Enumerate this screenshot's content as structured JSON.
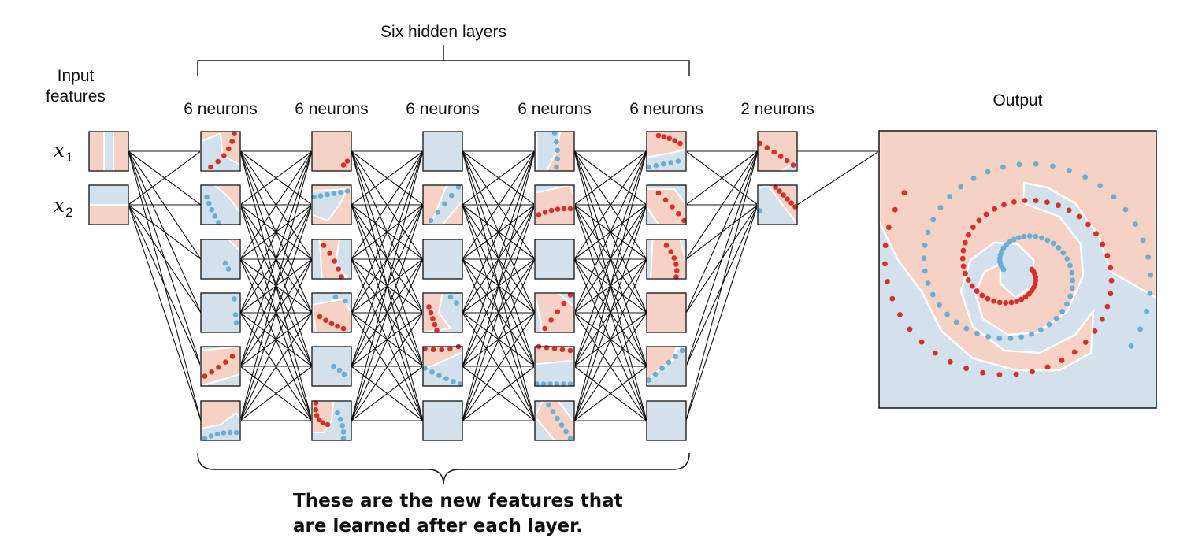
{
  "brace_top_label": "Six hidden layers",
  "input_label_line1": "Input",
  "input_label_line2": "features",
  "input_vars": [
    {
      "base": "x",
      "sub": "1"
    },
    {
      "base": "x",
      "sub": "2"
    }
  ],
  "layer_labels": [
    "6 neurons",
    "6 neurons",
    "6 neurons",
    "6 neurons",
    "6 neurons",
    "2 neurons"
  ],
  "output_label": "Output",
  "caption_line1": "These are the new features that",
  "caption_line2": "are learned after each layer.",
  "colors": {
    "red_region": "#f6d2c4",
    "blue_region": "#d3e1ec",
    "red_point": "#d7302c",
    "blue_point": "#6aaed6",
    "boundary": "#ffffff",
    "line": "#111111"
  }
}
